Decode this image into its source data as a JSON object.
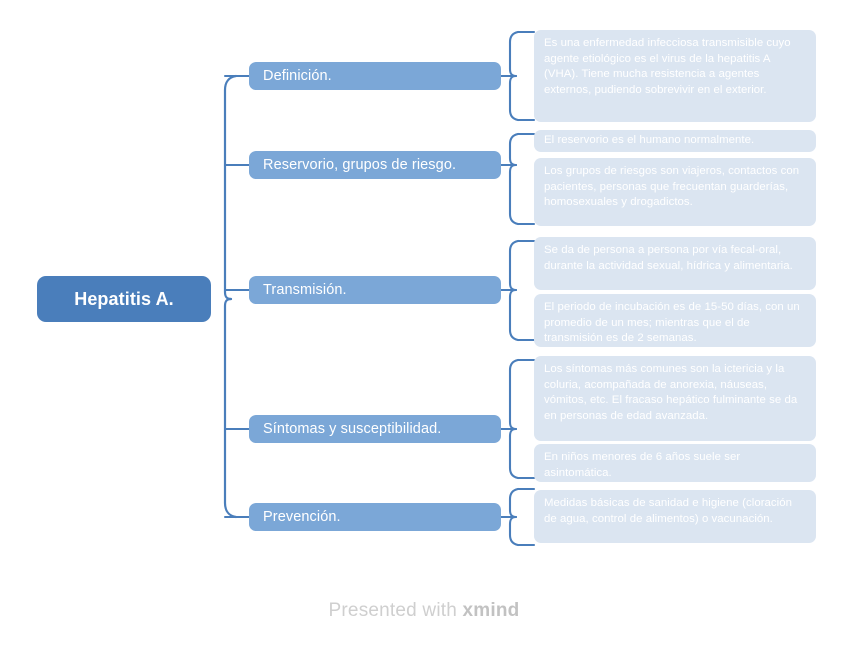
{
  "root": {
    "label": "Hepatitis A.",
    "color": "#4a7ebb"
  },
  "theme": {
    "branch_color": "#7ba7d7",
    "detail_color": "#dbe5f1",
    "connector_color": "#4a7ebb",
    "background": "#ffffff",
    "detail_text_color": "#ffffff"
  },
  "branches": [
    {
      "label": "Definición.",
      "details": [
        "Es una enfermedad infecciosa transmisible cuyo agente etiológico es el virus de la hepatitis A (VHA). Tiene mucha resistencia a agentes externos, pudiendo sobrevivir en el exterior."
      ]
    },
    {
      "label": "Reservorio, grupos de riesgo.",
      "details": [
        "El reservorio es el humano normalmente.",
        "Los grupos de riesgos son viajeros, contactos con pacientes, personas que frecuentan guarderías, homosexuales y drogadictos."
      ]
    },
    {
      "label": "Transmisión.",
      "details": [
        "Se da de persona a persona por vía fecal-oral, durante la actividad sexual, hídrica y alimentaria.",
        "El periodo de incubación es de 15-50 días, con un promedio de un mes; mientras que el de transmisión es de 2 semanas."
      ]
    },
    {
      "label": "Síntomas y susceptibilidad.",
      "details": [
        "Los síntomas más comunes son la ictericia y la coluria, acompañada de anorexia, náuseas, vómitos, etc. El fracaso hepático fulminante se da en personas de edad avanzada.",
        "En niños menores de 6 años suele ser asintomática."
      ]
    },
    {
      "label": "Prevención.",
      "details": [
        "Medidas básicas de sanidad e higiene (cloración de agua, control de alimentos) o vacunación."
      ]
    }
  ],
  "footer": {
    "prefix": "Presented with ",
    "brand": "xmind"
  }
}
